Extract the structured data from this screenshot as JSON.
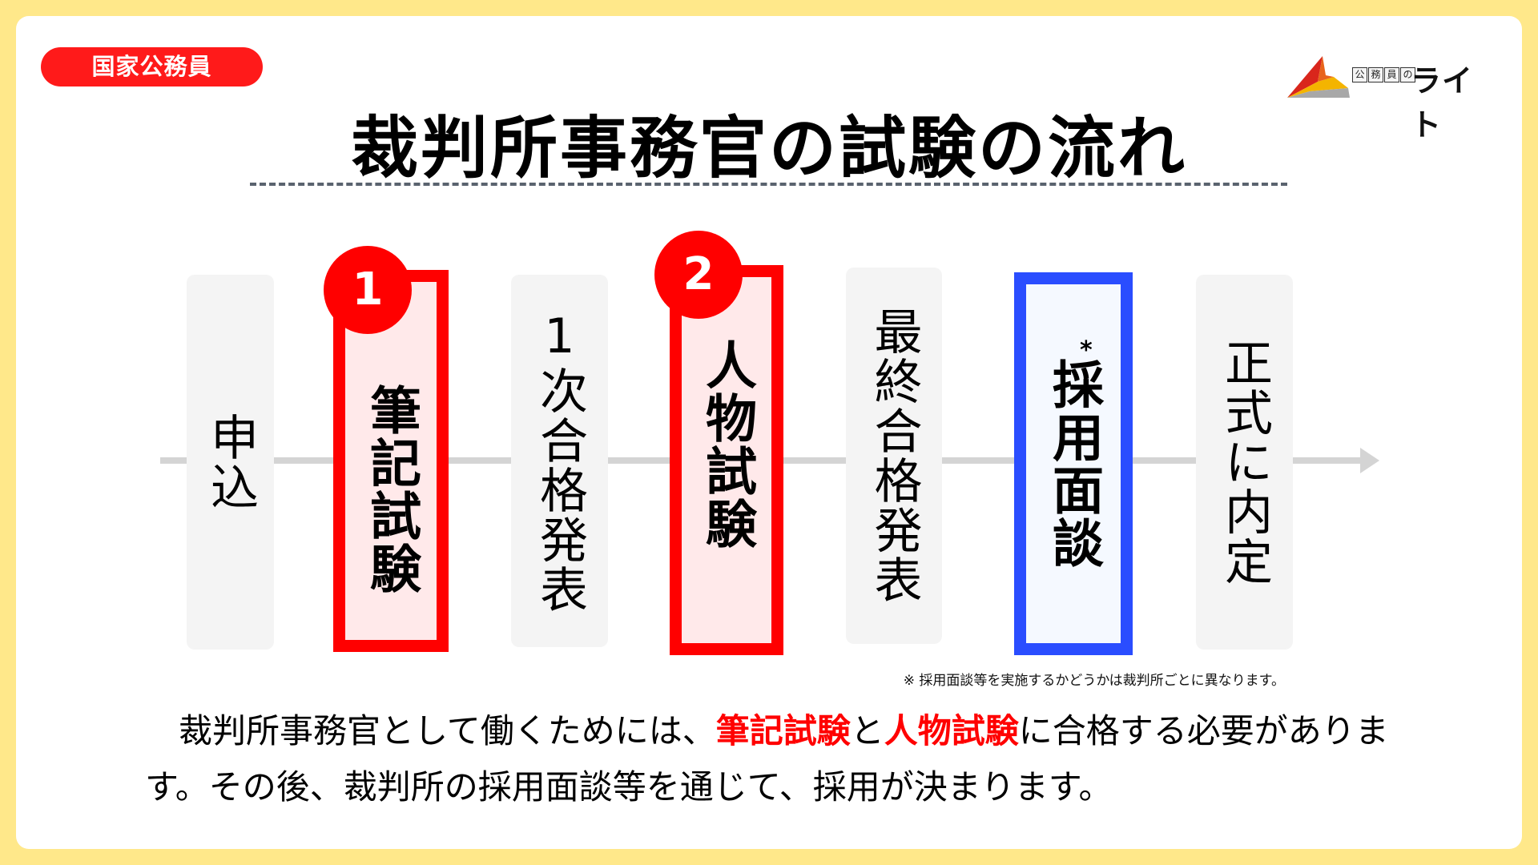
{
  "badge": {
    "label": "国家公務員",
    "color": "#ff1a1a"
  },
  "logo": {
    "sub_chars": [
      "公",
      "務",
      "員",
      "の"
    ],
    "main": "ライト"
  },
  "title": "裁判所事務官の試験の流れ",
  "flow": {
    "steps": [
      {
        "label": "申込",
        "style": "plain"
      },
      {
        "label": "筆記試験",
        "style": "red",
        "number": "1"
      },
      {
        "label": "1次合格発表",
        "style": "plain"
      },
      {
        "label": "人物試験",
        "style": "red",
        "number": "2"
      },
      {
        "label": "最終合格発表",
        "style": "plain"
      },
      {
        "label": "採用面談",
        "style": "blue",
        "mark": "*"
      },
      {
        "label": "正式に内定",
        "style": "plain"
      }
    ],
    "colors": {
      "red": "#ff0000",
      "blue": "#2a4dff",
      "plain_bg": "#f4f4f4",
      "line": "#d4d4d4"
    }
  },
  "note": "※ 採用面談等を実施するかどうかは裁判所ごとに異なります。",
  "body": {
    "part1": "　裁判所事務官として働くためには、",
    "em1": "筆記試験",
    "part2": "と",
    "em2": "人物試験",
    "part3": "に合格する必要があります。その後、裁判所の採用面談等を通じて、採用が決まります。"
  }
}
